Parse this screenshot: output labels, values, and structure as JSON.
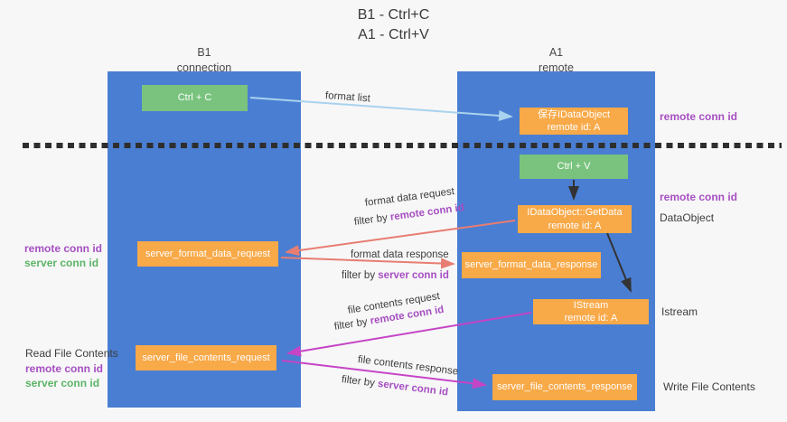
{
  "title": {
    "line1": "B1 - Ctrl+C",
    "line2": "A1 - Ctrl+V"
  },
  "columns": {
    "left": {
      "name": "B1",
      "subtitle": "connection"
    },
    "right": {
      "name": "A1",
      "subtitle": "remote"
    }
  },
  "nodes": {
    "ctrl_c": "Ctrl + C",
    "ctrl_v": "Ctrl + V",
    "save_dataobject": {
      "line1": "保存IDataObject",
      "line2": "remote id: A"
    },
    "getdata": {
      "line1": "IDataObject::GetData",
      "line2": "remote id: A"
    },
    "istream": {
      "line1": "IStream",
      "line2": "remote id: A"
    },
    "server_format_data_request": "server_format_data_request",
    "server_format_data_response": "server_format_data_response",
    "server_file_contents_request": "server_file_contents_request",
    "server_file_contents_response": "server_file_contents_response"
  },
  "arrow_labels": {
    "format_list": "format list",
    "format_data_request": "format data request",
    "format_data_response": "format data response",
    "file_contents_request": "file contents request",
    "file_contents_response": "file contents response",
    "filter_by": "filter by",
    "remote_conn_id": "remote conn id",
    "server_conn_id": "server conn id"
  },
  "side_labels": {
    "remote_conn_id_top": "remote conn id",
    "remote_conn_id_mid": "remote conn id",
    "dataobject": "DataObject",
    "istream": "Istream",
    "write_file_contents": "Write File Contents",
    "read_file_contents": "Read File Contents",
    "remote_conn_id_left1": "remote conn id",
    "server_conn_id_left1": "server conn id",
    "remote_conn_id_left2": "remote conn id",
    "server_conn_id_left2": "server conn id"
  },
  "colors": {
    "background": "#f7f7f7",
    "column_blue": "#4a7ed2",
    "green_box": "#79c37e",
    "orange_box": "#f8a948",
    "arrow_light_blue": "#a9d2ee",
    "arrow_salmon": "#e87d72",
    "arrow_magenta": "#c644c6",
    "arrow_black": "#333333",
    "label_purple": "#a64fc2",
    "label_green": "#5cb567",
    "dashed_line": "#2e2e2e"
  }
}
